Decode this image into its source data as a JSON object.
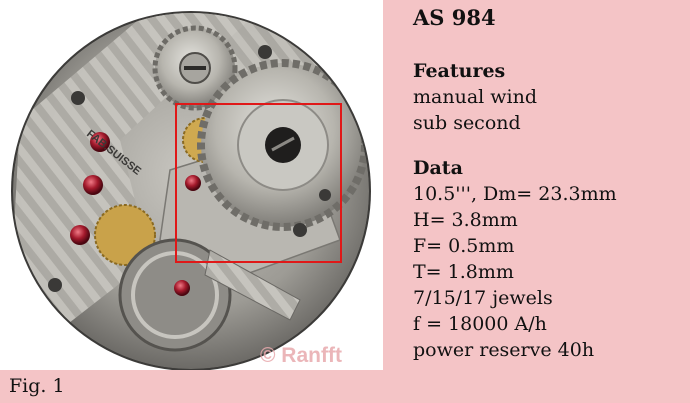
{
  "figure": {
    "caption": "Fig. 1",
    "watermark": "© Ranfft",
    "engraving": "FAB.SUISSE",
    "highlight_color": "#e01818",
    "background_color": "#f4c4c6"
  },
  "spec": {
    "title": "AS 984",
    "features": {
      "heading": "Features",
      "items": [
        "manual wind",
        "sub second"
      ]
    },
    "data": {
      "heading": "Data",
      "items": [
        "10.5''', Dm= 23.3mm",
        "H= 3.8mm",
        "F= 0.5mm",
        "T= 1.8mm",
        "7/15/17 jewels",
        "f = 18000 A/h",
        "power reserve 40h"
      ]
    }
  }
}
